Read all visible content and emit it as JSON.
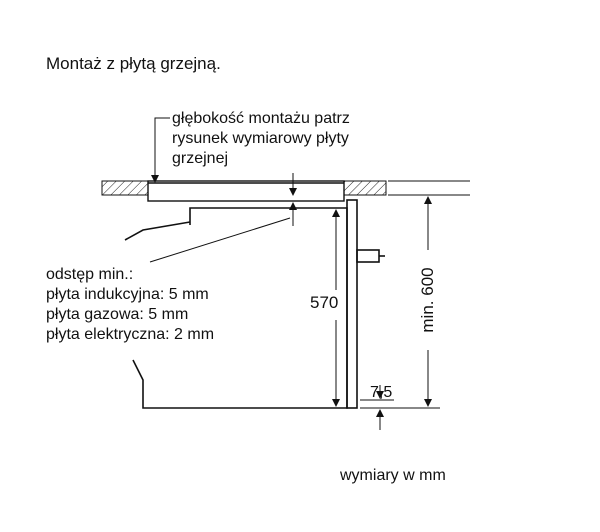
{
  "title": "Montaż z płytą grzejną.",
  "note_depth": [
    "głębokość montażu patrz",
    "rysunek wymiarowy płyty",
    "grzejnej"
  ],
  "gap_title": "odstęp min.:",
  "gap_lines": [
    "płyta indukcyjna: 5 mm",
    "płyta gazowa: 5 mm",
    "płyta elektryczna: 2 mm"
  ],
  "dim_570": "570",
  "dim_min600": "min. 600",
  "dim_7_5": "7,5",
  "units": "wymiary w mm"
}
